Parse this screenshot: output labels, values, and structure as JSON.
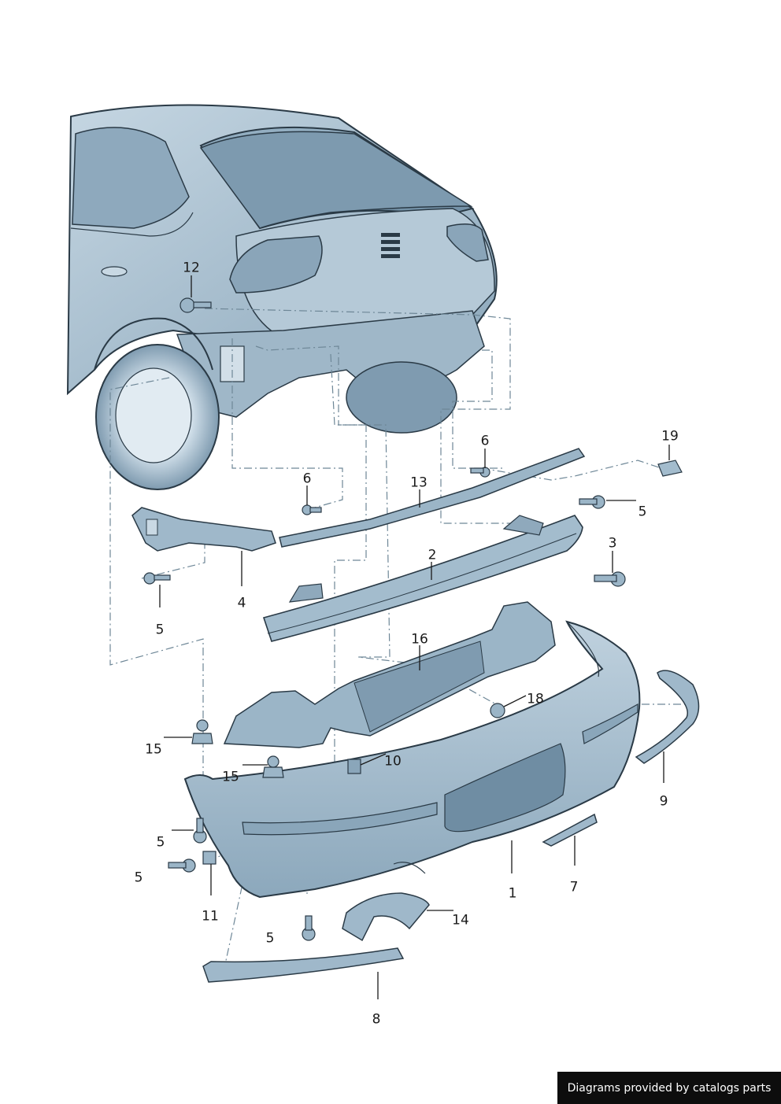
{
  "diagram": {
    "colors": {
      "body_fill": "#a9bfcf",
      "body_dark": "#7b97ab",
      "line": "#2a3a46",
      "leader": "#1a1a1a",
      "dashed": "#6e8797"
    },
    "callouts": [
      {
        "id": "c12",
        "text": "12"
      },
      {
        "id": "c6a",
        "text": "6"
      },
      {
        "id": "c19",
        "text": "19"
      },
      {
        "id": "c6b",
        "text": "6"
      },
      {
        "id": "c13",
        "text": "13"
      },
      {
        "id": "c5a",
        "text": "5"
      },
      {
        "id": "c3",
        "text": "3"
      },
      {
        "id": "c2",
        "text": "2"
      },
      {
        "id": "c4",
        "text": "4"
      },
      {
        "id": "c5b",
        "text": "5"
      },
      {
        "id": "c16",
        "text": "16"
      },
      {
        "id": "c18",
        "text": "18"
      },
      {
        "id": "c15a",
        "text": "15"
      },
      {
        "id": "c10",
        "text": "10"
      },
      {
        "id": "c15b",
        "text": "15"
      },
      {
        "id": "c9",
        "text": "9"
      },
      {
        "id": "c5c",
        "text": "5"
      },
      {
        "id": "c5d",
        "text": "5"
      },
      {
        "id": "c7",
        "text": "7"
      },
      {
        "id": "c1",
        "text": "1"
      },
      {
        "id": "c11",
        "text": "11"
      },
      {
        "id": "c14",
        "text": "14"
      },
      {
        "id": "c5e",
        "text": "5"
      },
      {
        "id": "c8",
        "text": "8"
      }
    ]
  },
  "credit": {
    "text": "Diagrams provided by catalogs parts"
  }
}
